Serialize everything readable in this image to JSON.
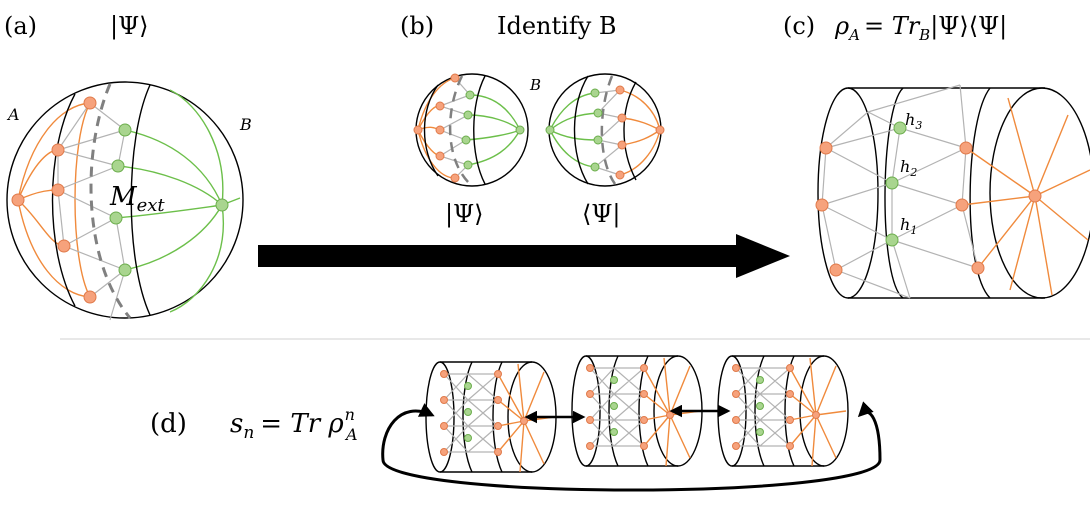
{
  "panels": {
    "a": {
      "tag": "(a)",
      "state": "|Ψ⟩",
      "region_a": "A",
      "region_b": "B",
      "mext": "M",
      "mext_sub": "ext"
    },
    "b": {
      "tag": "(b)",
      "title": "Identify B",
      "region_b": "B",
      "ket": "|Ψ⟩",
      "bra": "⟨Ψ|"
    },
    "c": {
      "tag": "(c)",
      "rho": "ρ",
      "rho_sub": "A",
      "eq": "= Tr",
      "tr_sub": "B",
      "tail": "|Ψ⟩⟨Ψ|",
      "h3": "h",
      "h3_sub": "3",
      "h2": "h",
      "h2_sub": "2",
      "h1": "h",
      "h1_sub": "1"
    },
    "d": {
      "tag": "(d)",
      "s": "s",
      "s_sub": "n",
      "eq": "= Tr ρ",
      "rho_sup": "n",
      "rho_sub": "A"
    }
  },
  "colors": {
    "orange_node": "#f6a27c",
    "green_node": "#a9d58f",
    "orange_edge": "#f08a3c",
    "green_edge": "#6cbf4a",
    "gray_edge": "#b3b3b3",
    "dashed_cut": "#808080",
    "arrow": "#000000"
  }
}
